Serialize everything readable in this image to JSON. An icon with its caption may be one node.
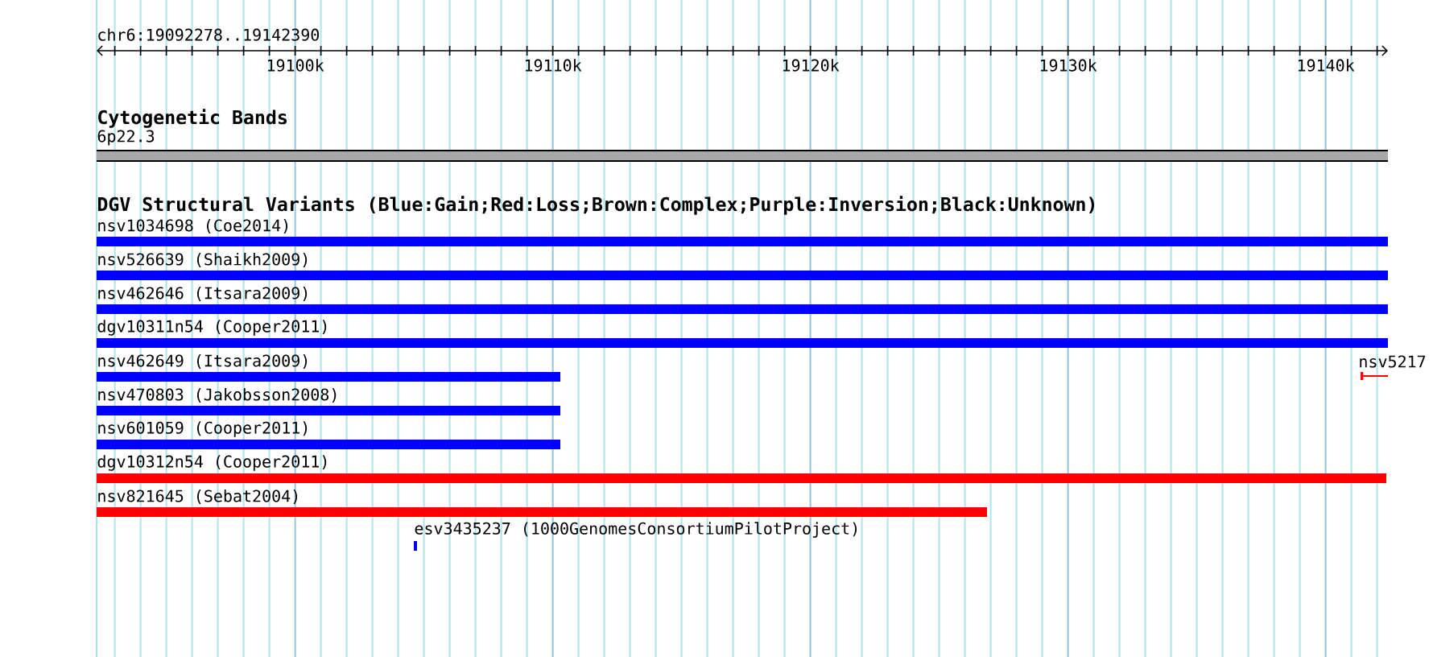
{
  "diagram": {
    "nodes": [
      {
        "text": [
          "6p22.3"
        ]
      },
      {
        "text": [
          "nsv1034698 (Coe2014)"
        ]
      },
      {
        "text": [
          "nsv526639 (Shaikh2009)"
        ]
      },
      {
        "text": [
          "nsv462646 (Itsara2009)"
        ]
      },
      {
        "text": [
          "dgv10311n54 (Cooper2011)"
        ]
      },
      {
        "text": [
          "nsv462649 (Itsara2009)"
        ]
      },
      {
        "text": [
          "nsv5217"
        ]
      },
      {
        "text": [
          "nsv470803 (Jakobsson2008)"
        ]
      },
      {
        "text": [
          "nsv601059 (Cooper2011)"
        ]
      },
      {
        "text": [
          "dgv10312n54 (Cooper2011)"
        ]
      },
      {
        "text": [
          "nsv821645 (Sebat2004)"
        ]
      },
      {
        "text": [
          "esv3435237 (1000GenomesConsortiumPilotProject)"
        ]
      }
    ],
    "labels": [
      "chr6:19092278..19142390",
      "19100k",
      "19110k",
      "19120k",
      "19130k",
      "19140k",
      "Cytogenetic Bands",
      "DGV Structural Variants (Blue:Gain;Red:Loss;Brown:Complex;Purple:Inversion;Black:Unknown)"
    ]
  }
}
